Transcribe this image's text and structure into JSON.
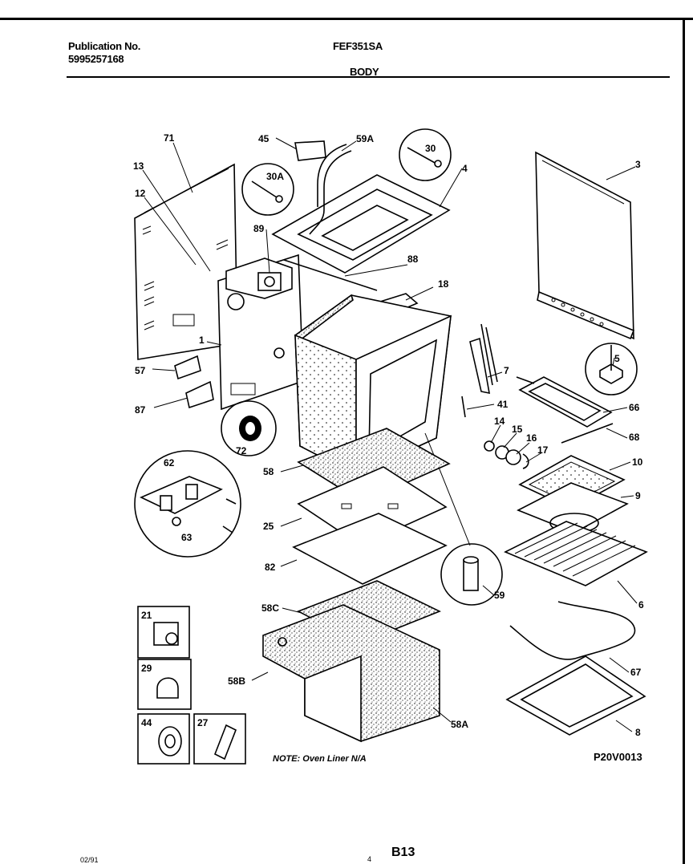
{
  "header": {
    "publication_label": "Publication No.",
    "publication_number": "5995257168",
    "model": "FEF351SA",
    "section": "BODY"
  },
  "footer": {
    "note": "NOTE: Oven Liner N/A",
    "drawing_code": "P20V0013",
    "page": "B13",
    "date_stub": "02/91",
    "dot_stub": "4"
  },
  "callouts": [
    "71",
    "45",
    "59A",
    "30",
    "4",
    "3",
    "13",
    "12",
    "30A",
    "89",
    "88",
    "18",
    "1",
    "57",
    "87",
    "72",
    "7",
    "41",
    "5",
    "66",
    "14",
    "15",
    "16",
    "17",
    "68",
    "62",
    "63",
    "58",
    "25",
    "82",
    "10",
    "9",
    "6",
    "59",
    "58C",
    "58B",
    "58A",
    "67",
    "8"
  ],
  "inset_parts": [
    "21",
    "29",
    "44",
    "27"
  ]
}
